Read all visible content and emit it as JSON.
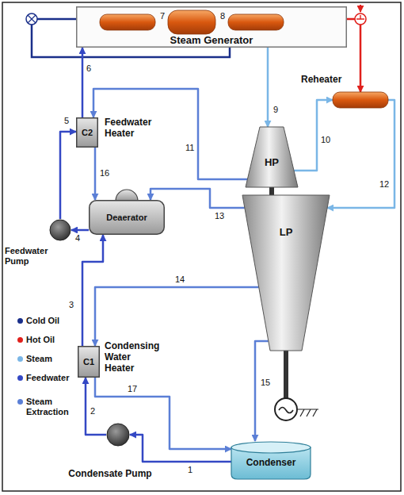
{
  "diagram": {
    "nodes": [
      {
        "text": [
          "Steam Generator"
        ]
      },
      {
        "text": [
          "Reheater"
        ]
      },
      {
        "text": [
          "HP"
        ]
      },
      {
        "text": [
          "LP"
        ]
      },
      {
        "text": [
          "C2",
          "Feedwater Heater"
        ]
      },
      {
        "text": [
          "Deaerator"
        ]
      },
      {
        "text": [
          "Feedwater Pump"
        ]
      },
      {
        "text": [
          "C1",
          "Condensing Water Heater"
        ]
      },
      {
        "text": [
          "Condensate Pump"
        ]
      },
      {
        "text": [
          "Condenser"
        ]
      }
    ],
    "edges": [
      {
        "from": 0,
        "to": 2,
        "label": "9",
        "arrow": "to"
      },
      {
        "from": 2,
        "to": 1,
        "label": "10",
        "arrow": "to"
      },
      {
        "from": 1,
        "to": 3,
        "label": "12",
        "arrow": "to"
      },
      {
        "from": 2,
        "to": 4,
        "label": "11",
        "arrow": "to"
      },
      {
        "from": 4,
        "to": 0,
        "label": "6",
        "arrow": "to"
      },
      {
        "from": 6,
        "to": 4,
        "label": "5",
        "arrow": "to"
      },
      {
        "from": 5,
        "to": 6,
        "label": "4",
        "arrow": "to"
      },
      {
        "from": 4,
        "to": 5,
        "label": "16",
        "arrow": "to"
      },
      {
        "from": 3,
        "to": 5,
        "label": "13",
        "arrow": "to"
      },
      {
        "from": 3,
        "to": 7,
        "label": "14",
        "arrow": "to"
      },
      {
        "from": 3,
        "to": 9,
        "label": "15",
        "arrow": "to"
      },
      {
        "from": 7,
        "to": 9,
        "label": "17",
        "arrow": "to"
      },
      {
        "from": 9,
        "to": 8,
        "label": "1",
        "arrow": "to"
      },
      {
        "from": 8,
        "to": 7,
        "label": "2",
        "arrow": "to"
      },
      {
        "from": 7,
        "to": 5,
        "label": "3",
        "arrow": "to"
      },
      {
        "from": 0,
        "to": 1,
        "arrow": "to"
      }
    ],
    "labels": [
      "7",
      "8"
    ],
    "legend": [
      {
        "text": "Cold Oil",
        "color": "#1a2f8a"
      },
      {
        "text": "Hot Oil",
        "color": "#e0201c"
      },
      {
        "text": "Steam",
        "color": "#7ab6e6"
      },
      {
        "text": "Feedwater",
        "color": "#3448c4"
      },
      {
        "text": "Steam Extraction",
        "color": "#5b7fd6"
      }
    ]
  }
}
